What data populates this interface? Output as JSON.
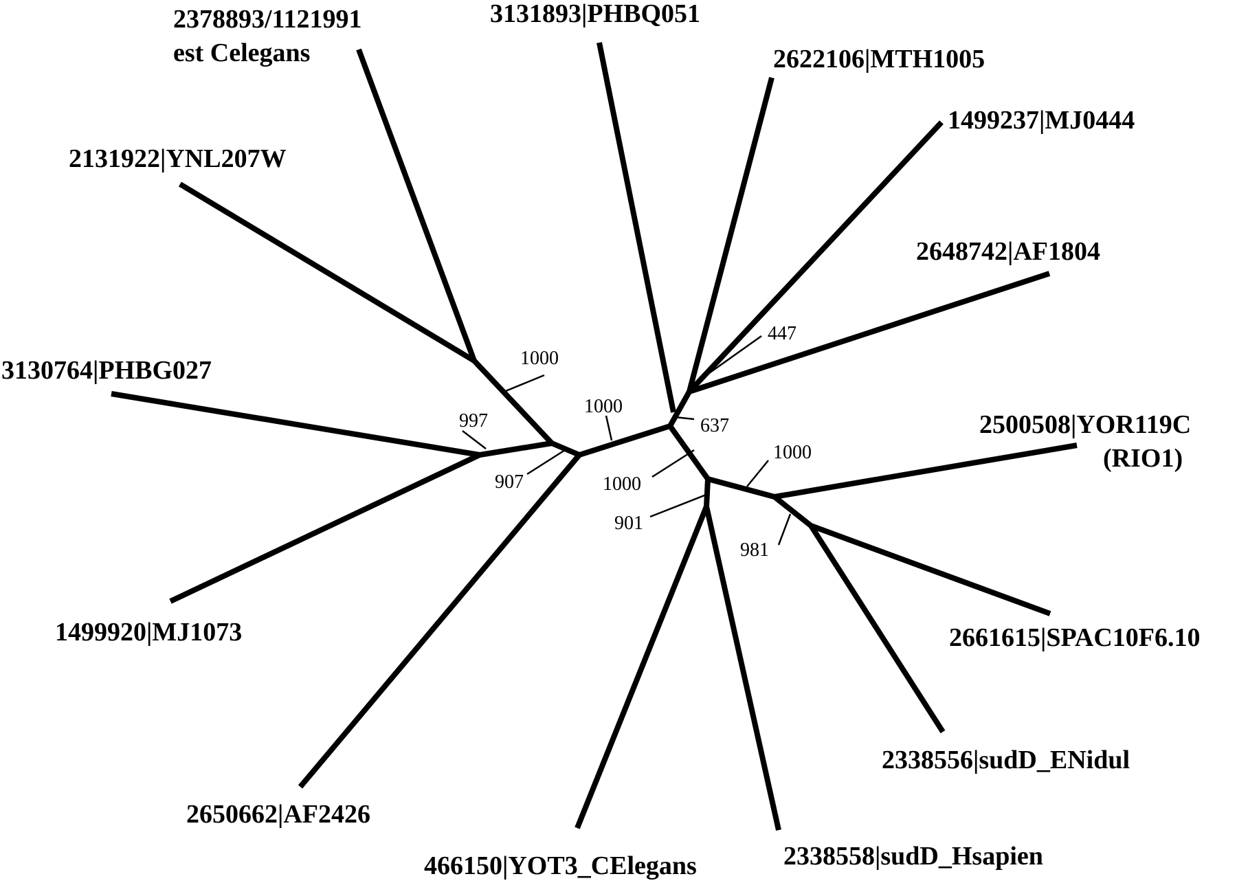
{
  "figure": {
    "type": "unrooted-phylogenetic-tree",
    "leaves": [
      {
        "id": "rio1",
        "lines": [
          "2500508|YOR119C",
          "(RIO1)"
        ]
      },
      {
        "id": "spac",
        "lines": [
          "2661615|SPAC10F6.10"
        ]
      },
      {
        "id": "enidul",
        "lines": [
          "2338556|sudD_ENidul"
        ]
      },
      {
        "id": "hsapien",
        "lines": [
          "2338558|sudD_Hsapien"
        ]
      },
      {
        "id": "yot3",
        "lines": [
          "466150|YOT3_CElegans"
        ]
      },
      {
        "id": "af2426",
        "lines": [
          "2650662|AF2426"
        ]
      },
      {
        "id": "mj1073",
        "lines": [
          "1499920|MJ1073"
        ]
      },
      {
        "id": "phbg027",
        "lines": [
          "3130764|PHBG027"
        ]
      },
      {
        "id": "ynl207w",
        "lines": [
          "2131922|YNL207W"
        ]
      },
      {
        "id": "celegans",
        "lines": [
          "2378893/1121991",
          "est Celegans"
        ]
      },
      {
        "id": "phbq051",
        "lines": [
          "3131893|PHBQ051"
        ]
      },
      {
        "id": "mth1005",
        "lines": [
          "2622106|MTH1005"
        ]
      },
      {
        "id": "mj0444",
        "lines": [
          "1499237|MJ0444"
        ]
      },
      {
        "id": "af1804",
        "lines": [
          "2648742|AF1804"
        ]
      }
    ],
    "bootstrap_values": [
      {
        "id": "bs-1000-a",
        "value": "1000"
      },
      {
        "id": "bs-997",
        "value": "997"
      },
      {
        "id": "bs-907",
        "value": "907"
      },
      {
        "id": "bs-1000-b",
        "value": "1000"
      },
      {
        "id": "bs-637",
        "value": "637"
      },
      {
        "id": "bs-447",
        "value": "447"
      },
      {
        "id": "bs-1000-c",
        "value": "1000"
      },
      {
        "id": "bs-1000-d",
        "value": "1000"
      },
      {
        "id": "bs-901",
        "value": "901"
      },
      {
        "id": "bs-981",
        "value": "981"
      }
    ]
  }
}
